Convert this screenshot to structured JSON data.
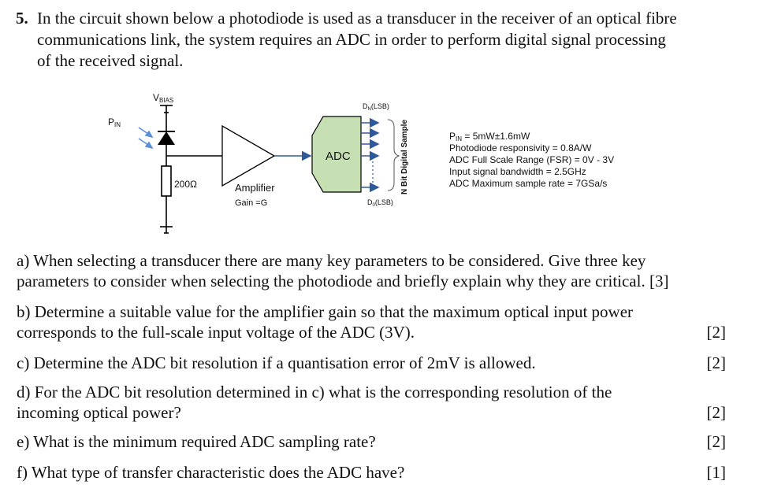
{
  "question": {
    "number": "5.",
    "intro_lines": [
      "In the circuit shown below a photodiode is used as a transducer in the receiver of an optical fibre",
      "communications link, the system requires an ADC in order to perform digital signal processing",
      "of the received signal."
    ]
  },
  "circuit": {
    "pin_label": "P",
    "pin_sub": "IN",
    "vbias_label": "V",
    "vbias_sub": "BIAS",
    "resistor_label": "200Ω",
    "amplifier_label": "Amplifier",
    "amplifier_gain": "Gain =G",
    "adc_label": "ADC",
    "dn_label": "D",
    "dn_sub": "N",
    "dn_suffix": "(LSB)",
    "d0_label": "D",
    "d0_sub": "0",
    "d0_suffix": "(LSB)",
    "nbit_label": "N Bit Digital Sample",
    "params": [
      "P_IN = 5mW±1.6mW",
      "Photodiode responsivity = 0.8A/W",
      "ADC Full Scale Range (FSR) = 0V - 3V",
      "Input signal bandwidth = 2.5GHz",
      "ADC Maximum sample rate = 7GSa/s"
    ],
    "param0_prefix": "P",
    "param0_sub": "IN",
    "param0_rest": " = 5mW±1.6mW"
  },
  "parts": [
    {
      "text_lines": [
        "a) When selecting a transducer there are many key parameters to be considered. Give three key",
        "parameters to consider when selecting the photodiode and briefly explain why they are critical. [3]"
      ],
      "mark": ""
    },
    {
      "text_lines": [
        "b) Determine a suitable value for the amplifier gain so that the maximum optical input power",
        "corresponds to the full-scale input voltage of the ADC (3V)."
      ],
      "mark": "[2]"
    },
    {
      "text_lines": [
        "c) Determine the ADC bit resolution if a quantisation error of 2mV is allowed."
      ],
      "mark": "[2]"
    },
    {
      "text_lines": [
        "d) For the ADC bit resolution determined in c) what is the corresponding resolution of the",
        "incoming optical power?"
      ],
      "mark": "[2]"
    },
    {
      "text_lines": [
        "e) What is the minimum required ADC sampling rate?"
      ],
      "mark": "[2]"
    },
    {
      "text_lines": [
        "f) What type of transfer characteristic does the ADC have?"
      ],
      "mark": "[1]"
    }
  ]
}
